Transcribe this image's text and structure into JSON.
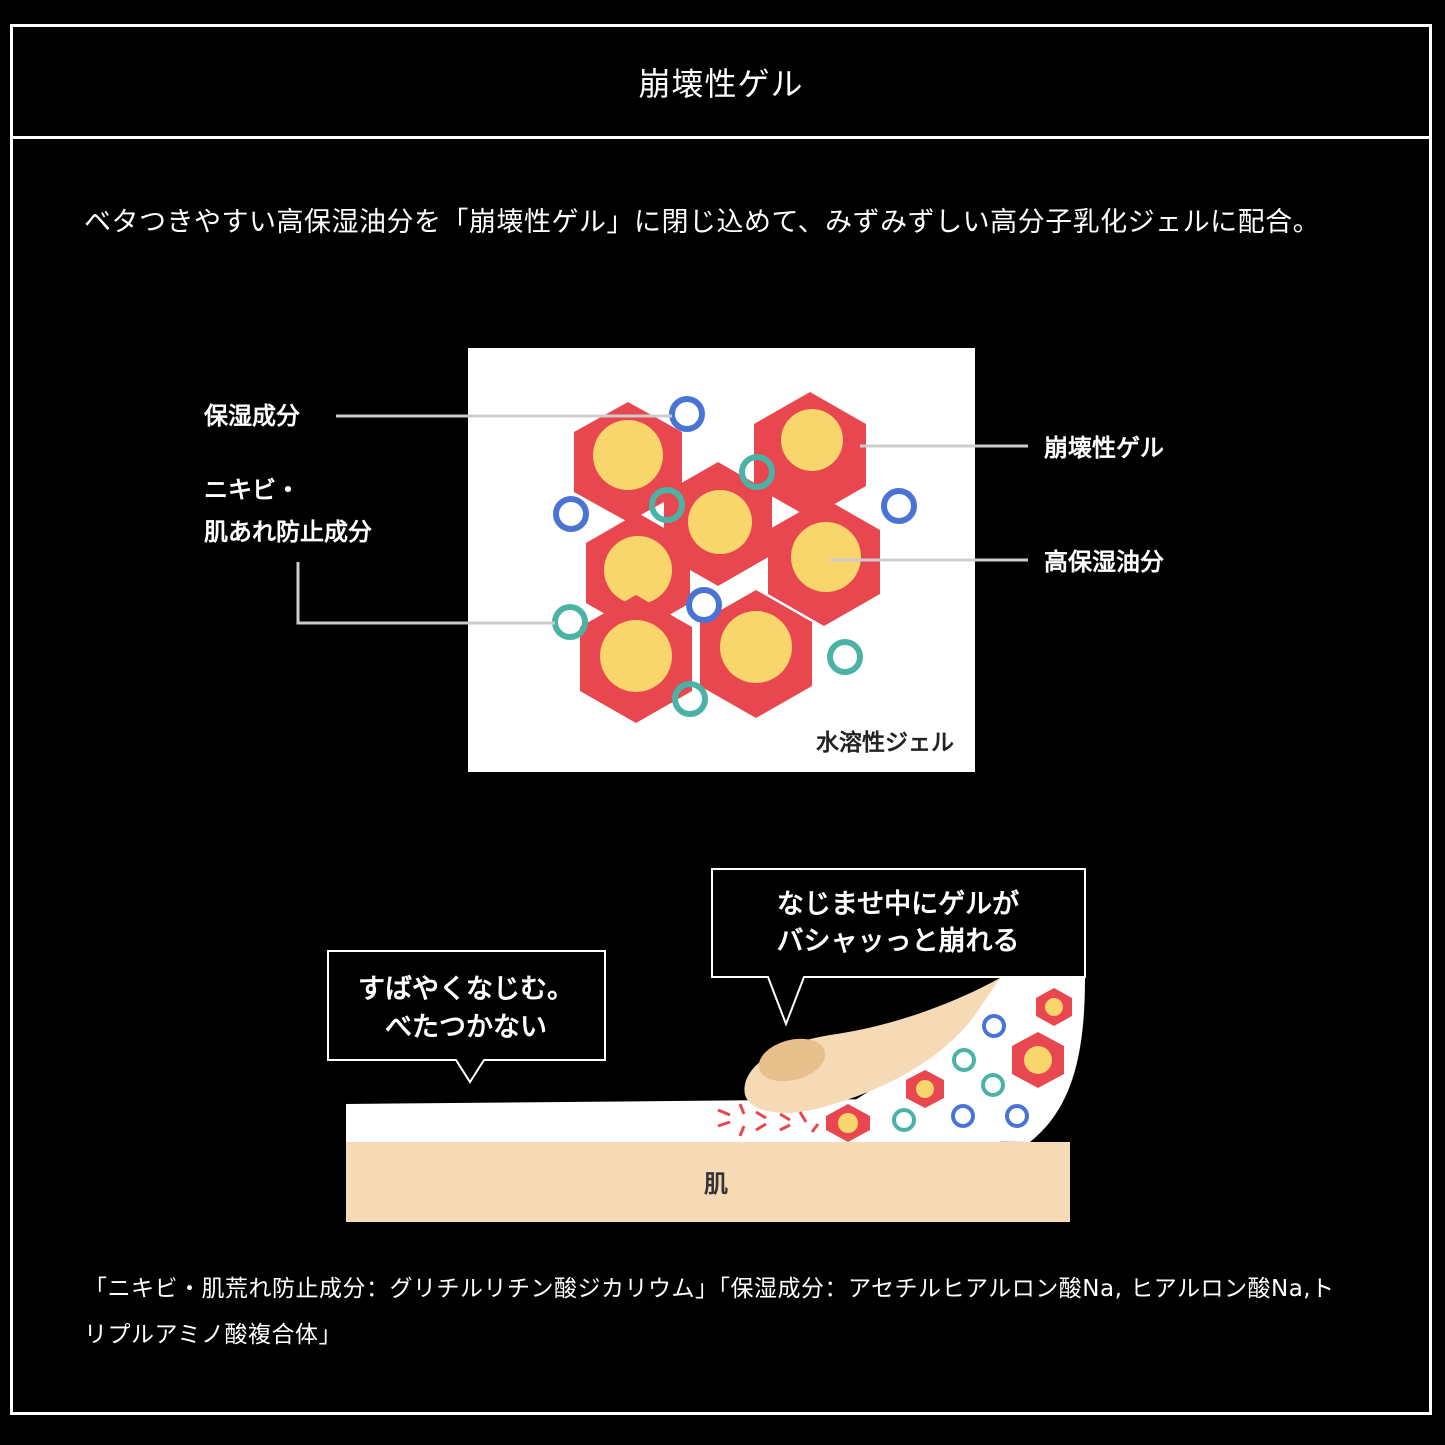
{
  "header": {
    "title": "崩壊性ゲル"
  },
  "intro": {
    "text": "ベタつきやすい高保湿油分を「崩壊性ゲル」に閉じ込めて、みずみずしい高分子乳化ジェルに配合。"
  },
  "structure_diagram": {
    "labels": {
      "moisturizer": "保湿成分",
      "acne_line1": "ニキビ・",
      "acne_line2": "肌あれ防止成分",
      "collapsible_gel": "崩壊性ゲル",
      "high_moisture_oil": "高保湿油分",
      "water_gel": "水溶性ジェル"
    }
  },
  "application_diagram": {
    "bubble_left_line1": "すばやくなじむ。",
    "bubble_left_line2": "べたつかない",
    "bubble_right_line1": "なじませ中にゲルが",
    "bubble_right_line2": "バシャッっと崩れる",
    "skin_label": "肌"
  },
  "footnote": {
    "text": "「ニキビ・肌荒れ防止成分：グリチルリチン酸ジカリウム」「保湿成分：アセチルヒアルロン酸Na, ヒアルロン酸Na,トリプルアミノ酸複合体」"
  },
  "colors": {
    "background": "#000000",
    "hexagon_red": "#e8474f",
    "core_yellow": "#f9d66b",
    "ring_blue": "#4a73d6",
    "ring_teal": "#4bb3a6",
    "skin": "#f6d9b5"
  }
}
